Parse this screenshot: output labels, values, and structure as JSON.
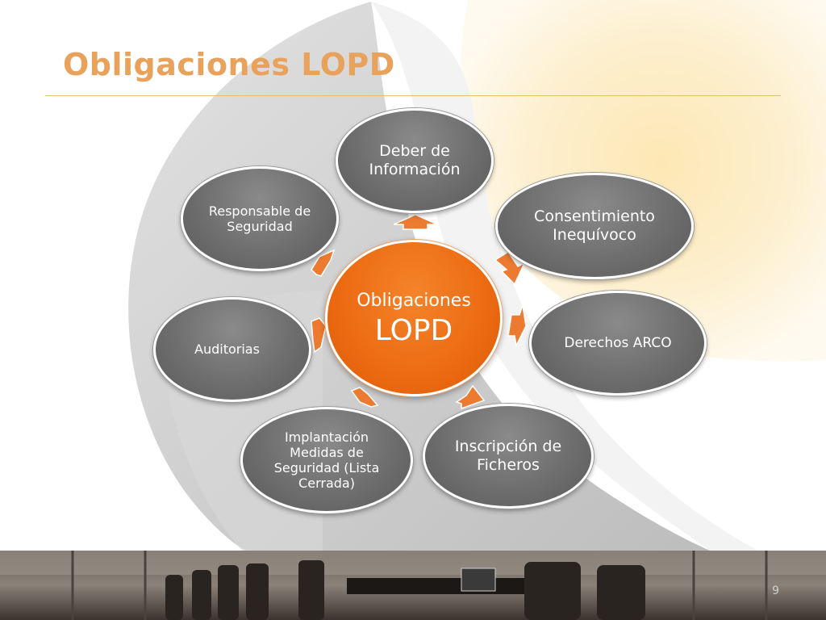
{
  "slide": {
    "title": "Obligaciones LOPD",
    "page_number": "9"
  },
  "diagram": {
    "center": {
      "line1": "Obligaciones",
      "line2": "LOPD"
    },
    "nodes": [
      {
        "label": "Deber de Información"
      },
      {
        "label": "Consentimiento Inequívoco"
      },
      {
        "label": "Derechos ARCO"
      },
      {
        "label": "Inscripción de Ficheros"
      },
      {
        "label": "Implantación Medidas de Seguridad (Lista Cerrada)"
      },
      {
        "label": "Auditorias"
      },
      {
        "label": "Responsable de Seguridad"
      }
    ]
  },
  "colors": {
    "title": "#e8a25c",
    "center_fill": "#ec6a12",
    "node_fill": "#6e6e6e",
    "arrow": "#ec7a30"
  }
}
